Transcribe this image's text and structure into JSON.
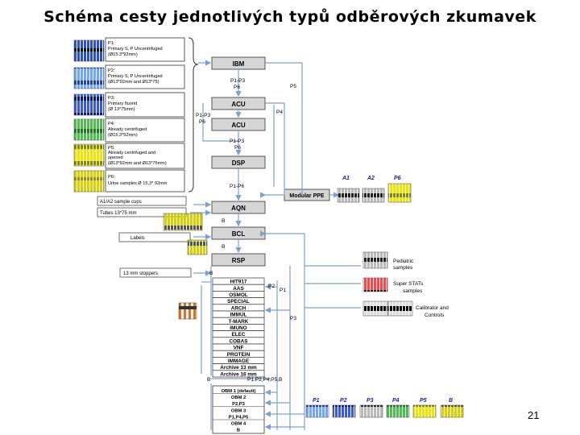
{
  "title": "Schéma cesty jednotlivých typů odběrových zkumavek",
  "page_number": "21",
  "tube_types": [
    {
      "code": "P1:",
      "line1": "Primary S, P Uncentrifuged",
      "line2": "(Ø15.3*92mm)"
    },
    {
      "code": "P2:",
      "line1": "Primary S, P Uncentrifuged",
      "line2": "(Ø13*92mm and Ø13*75)"
    },
    {
      "code": "P3:",
      "line1": "Primary fluorid",
      "line2": "(Ø 13*75mm)"
    },
    {
      "code": "P4:",
      "line1": "Already centrifuged",
      "line2": "(Ø15,3*92mm)"
    },
    {
      "code": "P5:",
      "line1": "Already centrifuged and",
      "line2": "opened",
      "line3": "(Ø13*92mm and Ø13*75mm)"
    },
    {
      "code": "P6:",
      "line1": "Urine samples Ø 15,3* 92mm",
      "line2": ""
    }
  ],
  "inputs": {
    "cups": "A1/A2 sample cups",
    "tubes": "Tubes 13*75 mm",
    "labels": "Labels",
    "stoppers": "13 mm stoppers"
  },
  "modules": {
    "ibm": "IBM",
    "acu1": "ACU",
    "acu2": "ACU",
    "dsp": "DSP",
    "aqn": "AQN",
    "bcl": "BCL",
    "rsp": "RSP",
    "modular_ppe": "Modular PPE"
  },
  "flow_labels": {
    "p1p3_p6_a": "P1-P3",
    "p6_a": "P6",
    "p1p3_left": "P1-P3",
    "p6_left": "P6",
    "p1p3_b": "P1-P3",
    "p6_b": "P6",
    "p1p6": "P1-P6",
    "p5": "P5",
    "p4": "P4",
    "p2": "P2",
    "p1": "P1",
    "p3": "P3",
    "b1": "B",
    "b2": "B",
    "b3": "B",
    "b_bottom": "B",
    "sorter_out": "P1,P2,P4,P5,B"
  },
  "sorter_items": [
    "HIT917",
    "AAS",
    "OSMOL",
    "SPECIAL",
    "ARCH",
    "IMMUL",
    "T-MARK",
    "IMUNO",
    "ELEC",
    "COBAS",
    "VNF",
    "PROTEIN",
    "IMMAGE",
    "Archive 13 mm",
    "Archive 16 mm"
  ],
  "obm_items": [
    "OBM 1 (default)",
    "OBM 2",
    "P2,P3",
    "OBM 3",
    "P1,P4,P5",
    "OBM 4",
    "B"
  ],
  "rack_labels": [
    "A1",
    "A2",
    "P6"
  ],
  "side_samples": [
    {
      "label1": "Pediatric",
      "label2": "samples"
    },
    {
      "label1": "Super STATs",
      "label2": "samples"
    },
    {
      "label1": "Calibrator and",
      "label2": "Controls"
    }
  ],
  "bottom_labels": [
    "P1",
    "P2",
    "P3",
    "P4",
    "P5",
    "B"
  ],
  "colors": {
    "arrow": "#7f9fcf",
    "box_fill": "#d6d6d6",
    "label_blue": "#1a1aa0",
    "tube_p1": "#2b4fd1",
    "tube_p2": "#1e3fb8",
    "tube_p3": "#2a3fcf",
    "tube_p4": "#3aa63a",
    "tube_p5": "#e6d700",
    "tube_p6": "#d8c800",
    "rack_red": "#d81818"
  }
}
